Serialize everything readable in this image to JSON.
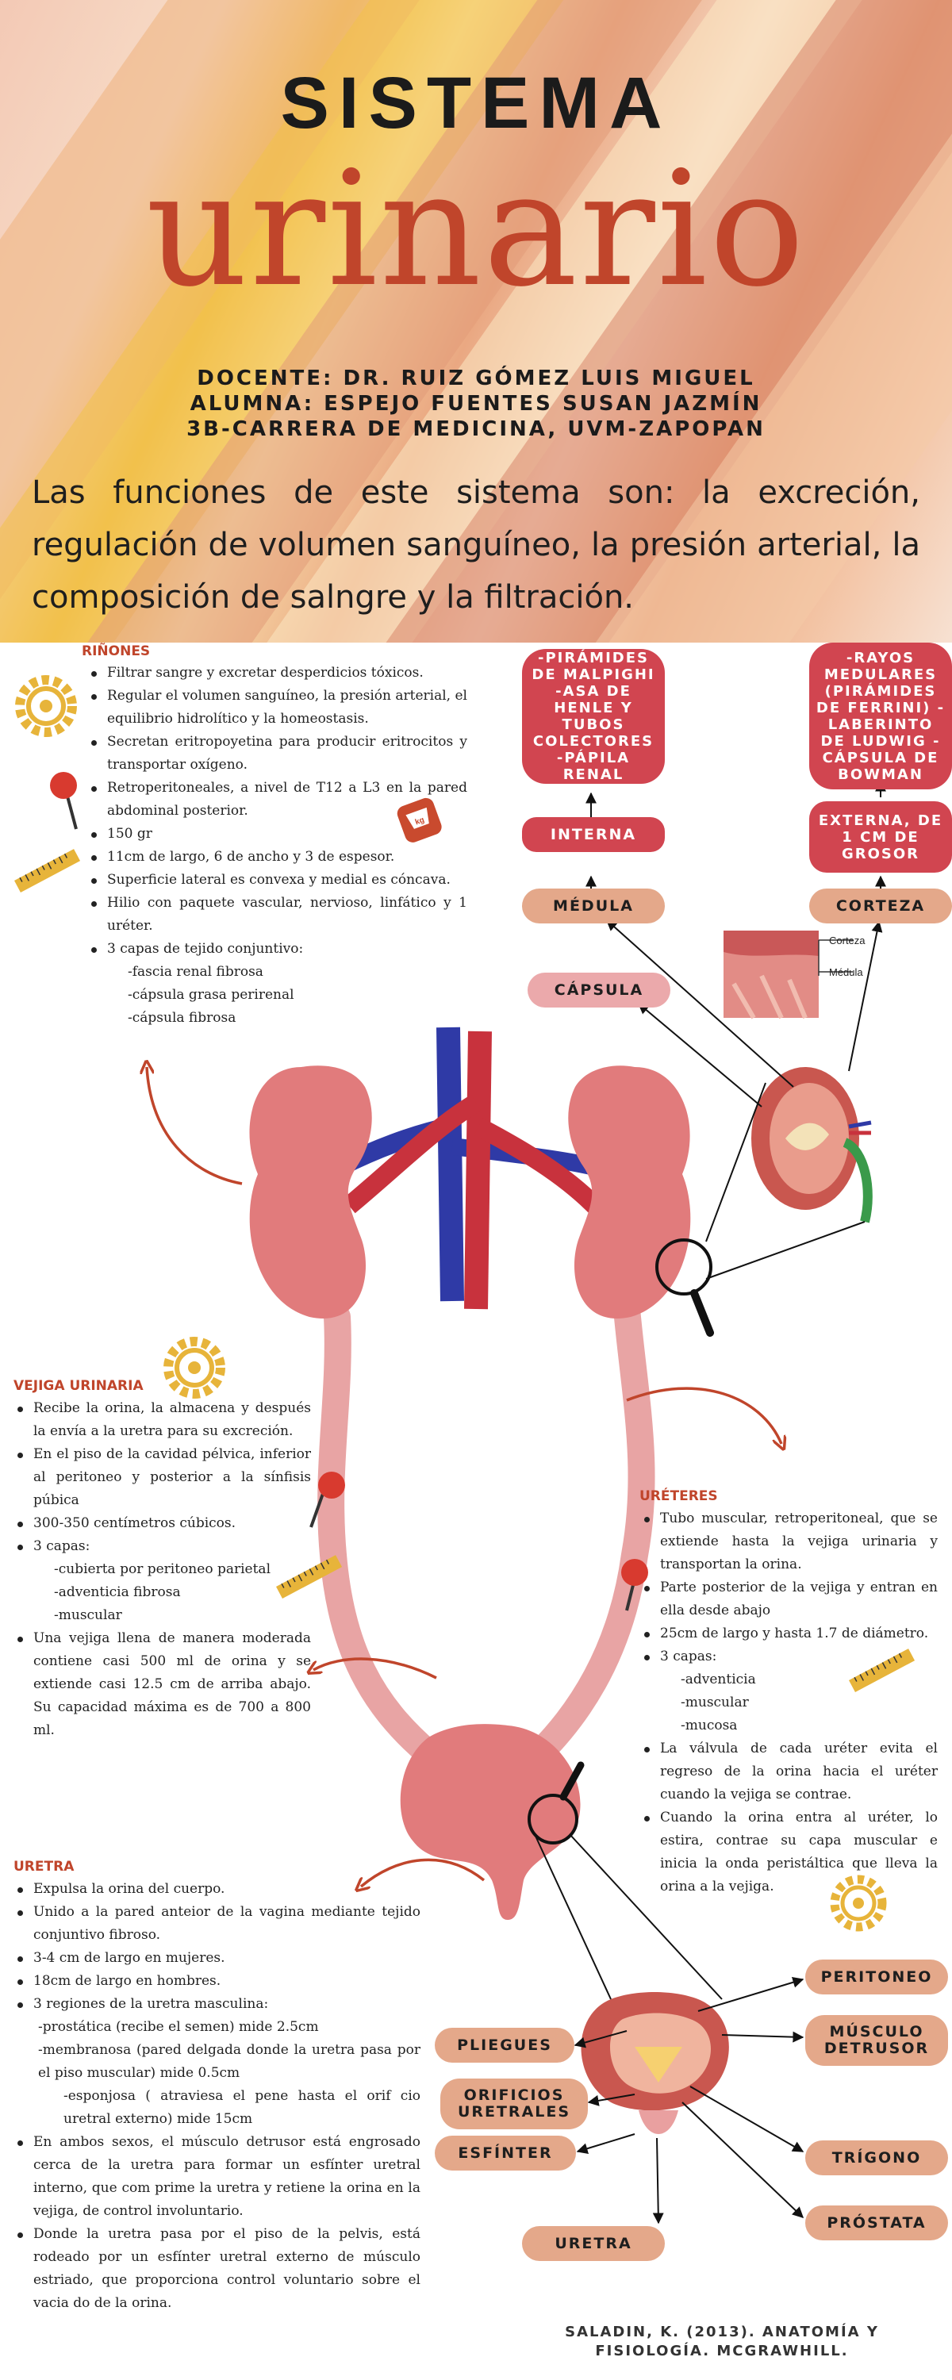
{
  "header": {
    "title_line1": "SISTEMA",
    "title_line2": "urinario",
    "docente": "DOCENTE: DR. RUIZ GÓMEZ LUIS MIGUEL",
    "alumna": "ALUMNA: ESPEJO FUENTES SUSAN JAZMÍN",
    "carrera": "3B-CARRERA DE MEDICINA, UVM-ZAPOPAN",
    "intro": "Las funciones de este sistema son: la excreción, regulación de volumen sanguíneo, la presión arterial, la composición de salngre y la filtración."
  },
  "rinones": {
    "title": "RIÑONES",
    "items": [
      {
        "text": "Filtrar sangre y excretar desperdicios tóxicos.",
        "sub": false
      },
      {
        "text": "Regular el volumen sanguíneo, la presión arterial, el equilibrio hidrolítico y la homeostasis.",
        "sub": false
      },
      {
        "text": "Secretan eritropoyetina para producir eritrocitos y transportar oxígeno.",
        "sub": false
      },
      {
        "text": "Retroperitoneales, a nivel de T12 a L3 en la pared abdominal posterior.",
        "sub": false
      },
      {
        "text": "150 gr",
        "sub": false
      },
      {
        "text": "11cm de largo, 6 de ancho y 3 de espesor.",
        "sub": false
      },
      {
        "text": "Superficie lateral es convexa y medial es cóncava.",
        "sub": false
      },
      {
        "text": "Hilio con paquete vascular, nervioso, linfático y 1 uréter.",
        "sub": false
      },
      {
        "text": "3 capas de tejido conjuntivo:",
        "sub": false
      },
      {
        "text": "-fascia renal fibrosa",
        "sub": true
      },
      {
        "text": "-cápsula grasa perirenal",
        "sub": true
      },
      {
        "text": "-cápsula fibrosa",
        "sub": true
      }
    ],
    "weight_badge": "kg"
  },
  "kidney_labels": {
    "piramides": "-PIRÁMIDES DE MALPIGHI -ASA DE HENLE Y TUBOS COLECTORES -PÁPILA RENAL",
    "interna": "INTERNA",
    "medula": "MÉDULA",
    "rayos": "-RAYOS MEDULARES (PIRÁMIDES DE FERRINI) -LABERINTO DE LUDWIG -CÁPSULA DE BOWMAN",
    "externa": "EXTERNA, DE 1 CM DE GROSOR",
    "corteza": "CORTEZA",
    "capsula": "CÁPSULA",
    "img_corteza": "Corteza",
    "img_medula": "Médula"
  },
  "vejiga": {
    "title": "VEJIGA URINARIA",
    "items": [
      {
        "text": "Recibe la orina, la almacena y después la envía a la uretra para su excreción.",
        "sub": false
      },
      {
        "text": "En el piso de la cavidad pélvica, inferior al peritoneo y posterior a la sínfisis púbica",
        "sub": false
      },
      {
        "text": "300-350 centímetros cúbicos.",
        "sub": false
      },
      {
        "text": "3 capas:",
        "sub": false
      },
      {
        "text": "-cubierta por peritoneo parietal",
        "sub": true
      },
      {
        "text": "-adventicia fibrosa",
        "sub": true
      },
      {
        "text": "-muscular",
        "sub": true
      },
      {
        "text": "Una vejiga llena de manera moderada contiene casi 500 ml de orina y se extiende casi 12.5 cm de arriba abajo. Su capacidad máxima es de 700 a 800 ml.",
        "sub": false
      }
    ]
  },
  "ureteres": {
    "title": "URÉTERES",
    "items": [
      {
        "text": "Tubo muscular, retroperitoneal, que se extiende hasta la vejiga urinaria y transportan la orina.",
        "sub": false
      },
      {
        "text": "Parte posterior de la vejiga y entran en ella desde abajo",
        "sub": false
      },
      {
        "text": "25cm de largo y hasta 1.7 de diámetro.",
        "sub": false
      },
      {
        "text": "3 capas:",
        "sub": false
      },
      {
        "text": "-adventicia",
        "sub": true
      },
      {
        "text": "-muscular",
        "sub": true
      },
      {
        "text": "-mucosa",
        "sub": true
      },
      {
        "text": "La válvula de cada uréter evita el regreso de la orina hacia el uréter cuando la vejiga se contrae.",
        "sub": false
      },
      {
        "text": "Cuando la orina entra al uréter, lo estira, contrae su capa muscular e inicia la onda peristáltica que lleva la orina a la vejiga.",
        "sub": false
      }
    ]
  },
  "uretra": {
    "title": "URETRA",
    "items": [
      {
        "text": "Expulsa la orina del cuerpo.",
        "sub": false
      },
      {
        "text": "Unido a la pared anteior de la vagina mediante tejido conjuntivo fibroso.",
        "sub": false
      },
      {
        "text": "3-4 cm de largo en mujeres.",
        "sub": false
      },
      {
        "text": "18cm de largo en hombres.",
        "sub": false
      },
      {
        "text": "3 regiones de la uretra masculina:",
        "sub": false
      },
      {
        "text": "-prostática (recibe el semen) mide 2.5cm",
        "sub": "p"
      },
      {
        "text": "-membranosa (pared delgada donde la uretra pasa por el piso muscular) mide 0.5cm",
        "sub": "p"
      },
      {
        "text": "-esponjosa ( atraviesa el pene hasta el orif cio uretral externo) mide 15cm",
        "sub": "e"
      },
      {
        "text": "En ambos sexos, el músculo detrusor está engrosado cerca de la uretra para formar un esfínter uretral interno, que com prime la uretra y retiene la orina en la vejiga, de control involuntario.",
        "sub": false
      },
      {
        "text": "Donde la uretra pasa por el piso de la pelvis, está rodeado por un esfínter uretral externo de músculo estriado, que proporciona control voluntario sobre el vacia do de la orina.",
        "sub": false
      }
    ]
  },
  "bladder_labels": {
    "peritoneo": "PERITONEO",
    "musculo": "MÚSCULO DETRUSOR",
    "trigono": "TRÍGONO",
    "prostata": "PRÓSTATA",
    "pliegues": "PLIEGUES",
    "orificios": "ORIFICIOS URETRALES",
    "esfinter": "ESFÍNTER",
    "uretra": "URETRA"
  },
  "citation": "SALADIN, K. (2013). ANATOMÍA Y FISIOLOGÍA. MCGRAWHILL.",
  "colors": {
    "accent": "#c0452b",
    "organ": "#e17b7c",
    "artery": "#c8323d",
    "vein": "#2f3aa6",
    "pill_tan": "#e4a88a",
    "pill_red": "#d14550",
    "pill_pink": "#eba9ab"
  }
}
